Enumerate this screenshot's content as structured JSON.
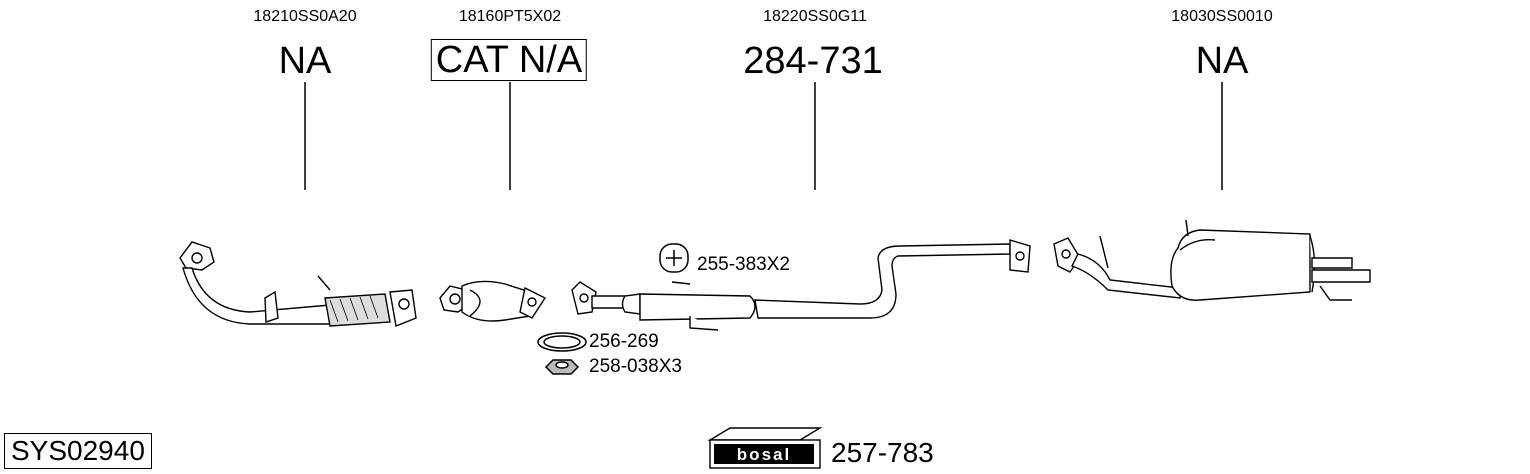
{
  "system_code": "SYS02940",
  "kit_number": "257-783",
  "brand_logo": "bosal",
  "parts": [
    {
      "oe_number": "18210SS0A20",
      "ref": "NA",
      "boxed": false
    },
    {
      "oe_number": "18160PT5X02",
      "ref": "CAT N/A",
      "boxed": true
    },
    {
      "oe_number": "18220SS0G11",
      "ref": "284-731",
      "boxed": false
    },
    {
      "oe_number": "18030SS0010",
      "ref": "NA",
      "boxed": false
    }
  ],
  "accessories": [
    {
      "number": "255-383X2",
      "icon": "rubber-hanger-icon"
    },
    {
      "number": "256-269",
      "icon": "gasket-ring-icon"
    },
    {
      "number": "258-038X3",
      "icon": "hex-nut-icon"
    }
  ]
}
